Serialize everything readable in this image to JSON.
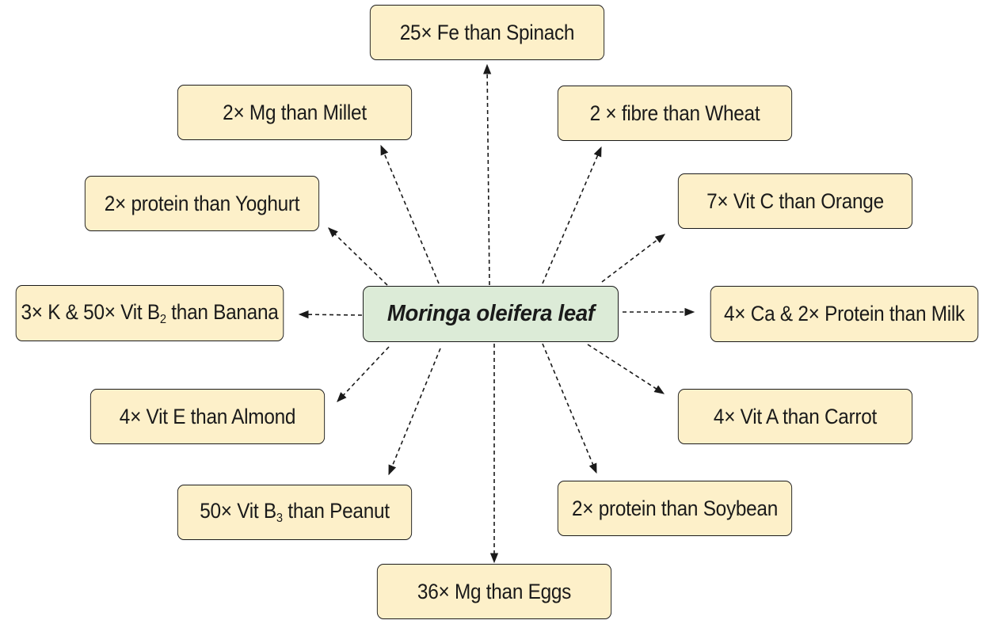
{
  "diagram": {
    "center": "Moringa oleifera leaf",
    "nodes": {
      "spinach": {
        "text": "25× Fe than Spinach"
      },
      "millet": {
        "text": "2× Mg than Millet"
      },
      "wheat": {
        "text": "2 × fibre than Wheat"
      },
      "yoghurt": {
        "text": "2× protein than Yoghurt"
      },
      "orange": {
        "text": "7× Vit C than Orange"
      },
      "banana": {
        "pre": "3× K  & 50× Vit B",
        "sub": "2",
        "post": " than Banana"
      },
      "milk": {
        "text": "4× Ca & 2× Protein than Milk"
      },
      "almond": {
        "text": "4× Vit E than Almond"
      },
      "carrot": {
        "text": "4× Vit A than Carrot"
      },
      "peanut": {
        "pre": "50× Vit B",
        "sub": "3",
        "post": " than Peanut"
      },
      "soybean": {
        "text": "2× protein than Soybean"
      },
      "eggs": {
        "text": "36× Mg than Eggs"
      }
    },
    "colors": {
      "node_fill": "#fdf0c9",
      "center_fill": "#dcebd7",
      "outline": "#1a1a1a"
    }
  }
}
